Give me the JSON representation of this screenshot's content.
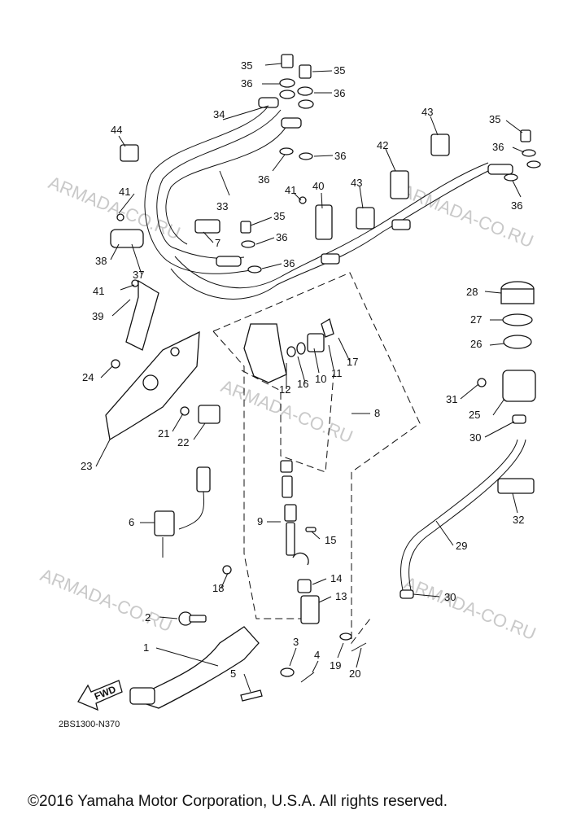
{
  "callouts": [
    "1",
    "2",
    "3",
    "4",
    "5",
    "6",
    "7",
    "8",
    "9",
    "10",
    "11",
    "12",
    "13",
    "14",
    "15",
    "16",
    "17",
    "18",
    "19",
    "20",
    "21",
    "22",
    "23",
    "24",
    "25",
    "26",
    "27",
    "28",
    "29",
    "30",
    "30",
    "31",
    "32",
    "33",
    "34",
    "35",
    "35",
    "35",
    "35",
    "36",
    "36",
    "36",
    "36",
    "36",
    "36",
    "36",
    "36",
    "37",
    "38",
    "39",
    "40",
    "41",
    "41",
    "41",
    "42",
    "43",
    "43",
    "44"
  ],
  "watermark": "ARMADA-CO.RU",
  "fwd_label": "FWD",
  "diagram_code": "2BS1300-N370",
  "copyright": "©2016 Yamaha Motor Corporation, U.S.A. All rights reserved."
}
